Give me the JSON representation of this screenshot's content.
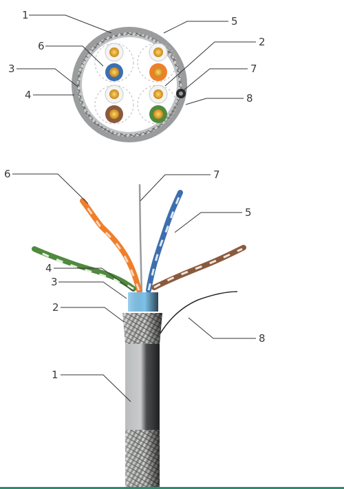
{
  "labels": {
    "top": [
      "1",
      "2",
      "3",
      "4",
      "5",
      "6",
      "7",
      "8"
    ],
    "bottom": [
      "1",
      "2",
      "3",
      "4",
      "5",
      "6",
      "7",
      "8"
    ]
  },
  "colors": {
    "jacket": "#8f9294",
    "braid": "#a9aaa7",
    "foil": "#7dc2ea",
    "blue": "#3d6fae",
    "orange": "#ef7f2b",
    "brown": "#8a5a3e",
    "green": "#4f8a3e",
    "copper": "#f2b52c",
    "lead_line": "#333333",
    "bottom_border": "#2e8a6e"
  }
}
